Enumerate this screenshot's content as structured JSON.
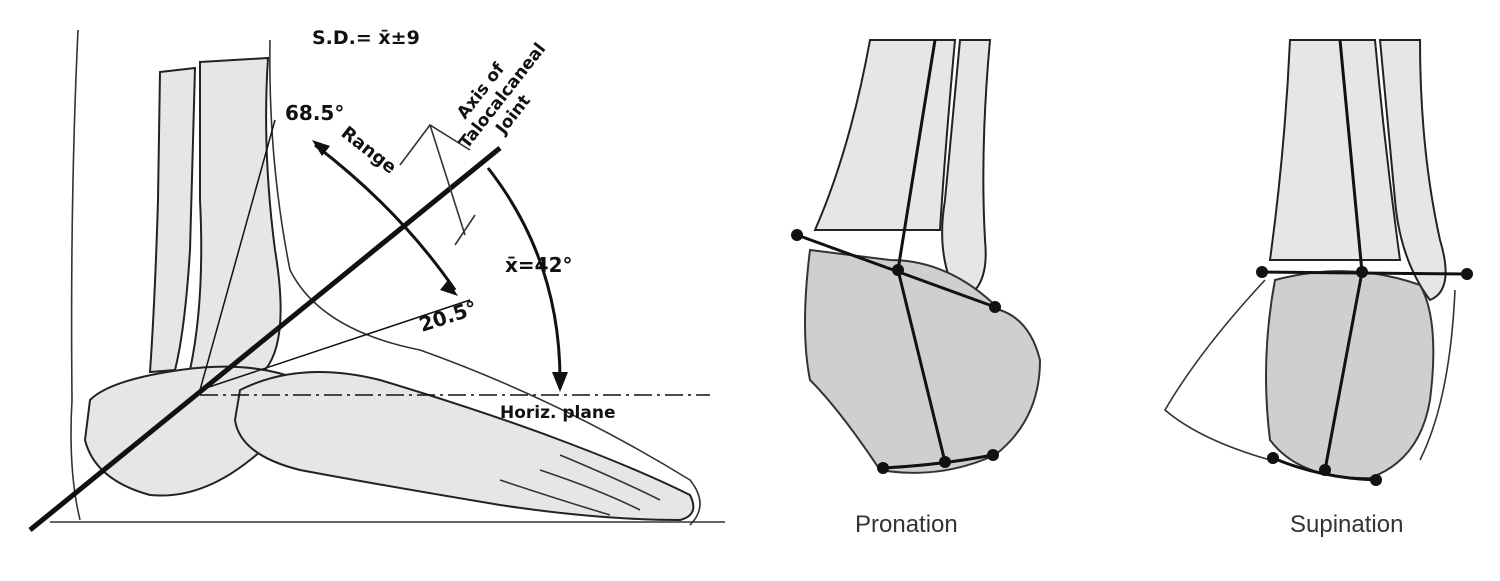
{
  "left_figure": {
    "sd_label": "S.D.= x̄±9",
    "upper_angle": "68.5°",
    "range_label": "Range",
    "axis_label_line1": "Axis of",
    "axis_label_line2": "Talocalcaneal",
    "axis_label_line3": "Joint",
    "mean_angle": "x̄=42°",
    "lower_angle": "20.5°",
    "plane_label": "Horiz. plane"
  },
  "right_figures": {
    "pronation_label": "Pronation",
    "supination_label": "Supination"
  }
}
